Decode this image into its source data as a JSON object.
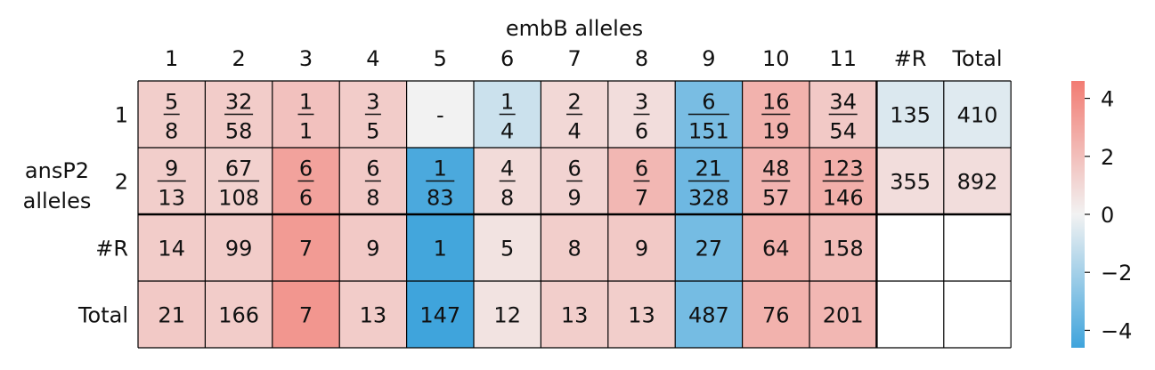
{
  "chart_data": {
    "type": "heatmap",
    "title": "embB alleles",
    "ylabel": [
      "ansP2",
      "alleles"
    ],
    "col_labels": [
      "1",
      "2",
      "3",
      "4",
      "5",
      "6",
      "7",
      "8",
      "9",
      "10",
      "11",
      "#R",
      "Total"
    ],
    "row_labels": [
      "1",
      "2",
      "#R",
      "Total"
    ],
    "cells": [
      [
        {
          "text": [
            "5",
            "8"
          ],
          "value": 1.4
        },
        {
          "text": [
            "32",
            "58"
          ],
          "value": 1.5
        },
        {
          "text": [
            "1",
            "1"
          ],
          "value": 1.9
        },
        {
          "text": [
            "3",
            "5"
          ],
          "value": 1.5
        },
        {
          "text": "-",
          "value": null
        },
        {
          "text": [
            "1",
            "4"
          ],
          "value": -1.0
        },
        {
          "text": [
            "2",
            "4"
          ],
          "value": 1.0
        },
        {
          "text": [
            "3",
            "6"
          ],
          "value": 0.8
        },
        {
          "text": [
            "6",
            "151"
          ],
          "value": -3.1
        },
        {
          "text": [
            "16",
            "19"
          ],
          "value": 2.5
        },
        {
          "text": [
            "34",
            "54"
          ],
          "value": 1.6
        },
        {
          "text": "135",
          "value": -0.6
        },
        {
          "text": "410",
          "value": -0.5
        }
      ],
      [
        {
          "text": [
            "9",
            "13"
          ],
          "value": 1.4
        },
        {
          "text": [
            "67",
            "108"
          ],
          "value": 1.3
        },
        {
          "text": [
            "6",
            "6"
          ],
          "value": 3.1
        },
        {
          "text": [
            "6",
            "8"
          ],
          "value": 1.6
        },
        {
          "text": [
            "1",
            "83"
          ],
          "value": -4.3
        },
        {
          "text": [
            "4",
            "8"
          ],
          "value": 0.9
        },
        {
          "text": [
            "6",
            "9"
          ],
          "value": 1.2
        },
        {
          "text": [
            "6",
            "7"
          ],
          "value": 2.3
        },
        {
          "text": [
            "21",
            "328"
          ],
          "value": -3.4
        },
        {
          "text": [
            "48",
            "57"
          ],
          "value": 2.4
        },
        {
          "text": [
            "123",
            "146"
          ],
          "value": 2.6
        },
        {
          "text": "355",
          "value": 0.8
        },
        {
          "text": "892",
          "value": 0.8
        }
      ],
      [
        {
          "text": "14",
          "value": 1.5
        },
        {
          "text": "99",
          "value": 1.5
        },
        {
          "text": "7",
          "value": 3.4
        },
        {
          "text": "9",
          "value": 1.6
        },
        {
          "text": "1",
          "value": -4.5
        },
        {
          "text": "5",
          "value": 0.6
        },
        {
          "text": "8",
          "value": 1.4
        },
        {
          "text": "9",
          "value": 1.6
        },
        {
          "text": "27",
          "value": -3.2
        },
        {
          "text": "64",
          "value": 2.5
        },
        {
          "text": "158",
          "value": 2.1
        },
        {
          "text": "",
          "value": "blank"
        },
        {
          "text": "",
          "value": "blank"
        }
      ],
      [
        {
          "text": "21",
          "value": 1.6
        },
        {
          "text": "166",
          "value": 1.5
        },
        {
          "text": "7",
          "value": 3.6
        },
        {
          "text": "13",
          "value": 1.5
        },
        {
          "text": "147",
          "value": -4.6
        },
        {
          "text": "12",
          "value": 0.6
        },
        {
          "text": "13",
          "value": 1.4
        },
        {
          "text": "13",
          "value": 1.4
        },
        {
          "text": "487",
          "value": -3.2
        },
        {
          "text": "76",
          "value": 2.5
        },
        {
          "text": "201",
          "value": 2.3
        },
        {
          "text": "",
          "value": "blank"
        },
        {
          "text": "",
          "value": "blank"
        }
      ]
    ],
    "colorbar": {
      "range": [
        -4.6,
        4.6
      ],
      "ticks": [
        -4,
        -2,
        0,
        2,
        4
      ],
      "tick_labels": [
        "−4",
        "−2",
        "0",
        "2",
        "4"
      ],
      "colors": {
        "low": "#3fa4dc",
        "mid": "#f2f2f2",
        "high": "#f27c73"
      }
    },
    "nan_color": "#f2f2f2",
    "blank_color": "#ffffff",
    "grid": true
  }
}
